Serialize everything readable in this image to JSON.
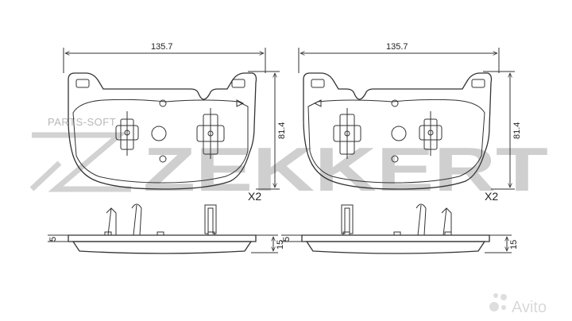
{
  "watermark": {
    "brand": "ZEKKERT",
    "parts_soft": "PARTS-SOFT",
    "avito": "Avito",
    "brand_color": "#cfcfcf"
  },
  "left_view": {
    "width_dim": "135.7",
    "height_dim": "81.4",
    "quantity": "X2",
    "side_dim_a": "5",
    "side_dim_b": "15"
  },
  "right_view": {
    "width_dim": "135.7",
    "height_dim": "81.4",
    "quantity": "X2",
    "side_dim_a": "5",
    "side_dim_b": "15"
  }
}
